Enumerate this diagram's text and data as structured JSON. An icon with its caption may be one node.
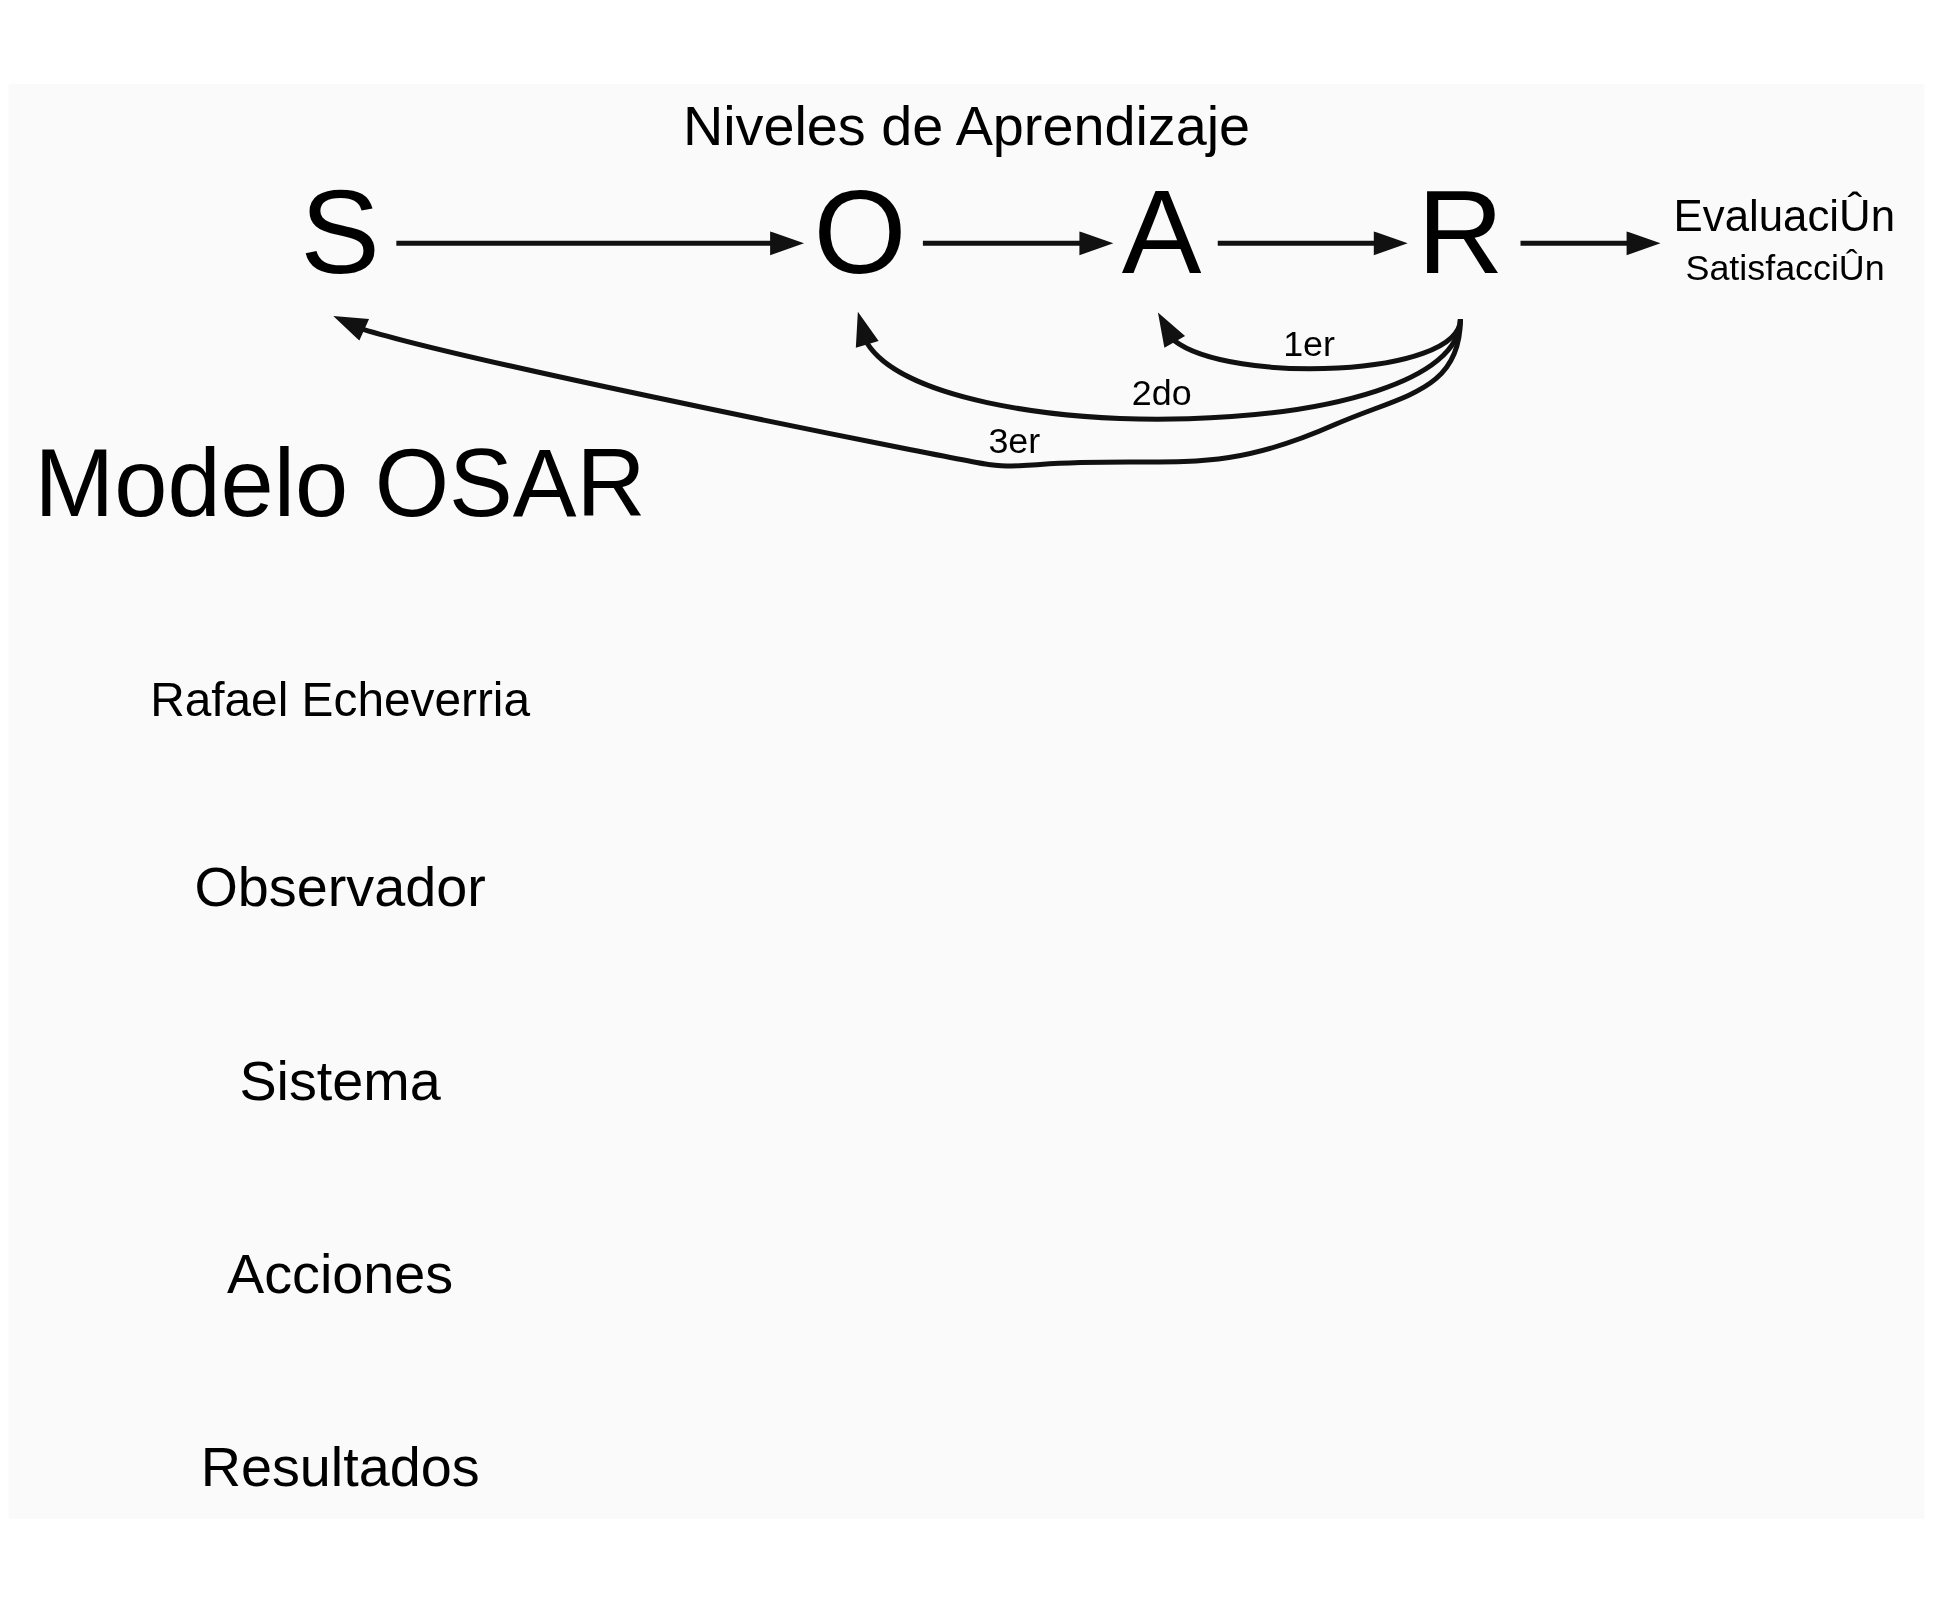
{
  "diagram": {
    "title": "Niveles de Aprendizaje",
    "nodes": [
      {
        "text": [
          "S"
        ]
      },
      {
        "text": [
          "O"
        ]
      },
      {
        "text": [
          "A"
        ]
      },
      {
        "text": [
          "R"
        ]
      },
      {
        "text": [
          "EvaluaciÛn",
          "SatisfacciÛn"
        ]
      }
    ],
    "edges": [
      {
        "from": 0,
        "to": 1,
        "arrow": "to"
      },
      {
        "from": 1,
        "to": 2,
        "arrow": "to"
      },
      {
        "from": 2,
        "to": 3,
        "arrow": "to"
      },
      {
        "from": 3,
        "to": 4,
        "arrow": "to"
      },
      {
        "from": 3,
        "to": 2,
        "arrow": "to",
        "label": "1er"
      },
      {
        "from": 3,
        "to": 1,
        "arrow": "to",
        "label": "2do"
      },
      {
        "from": 3,
        "to": 0,
        "arrow": "to",
        "label": "3er"
      }
    ],
    "labels": [
      "Modelo OSAR",
      "Rafael Echeverria",
      "Observador",
      "Sistema",
      "Acciones",
      "Resultados"
    ]
  }
}
